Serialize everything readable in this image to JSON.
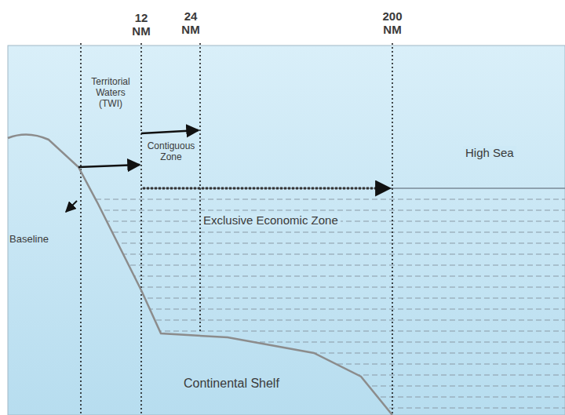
{
  "diagram": {
    "labels": [
      "12 NM",
      "24 NM",
      "200 NM",
      "Territorial Waters (TWI)",
      "Contiguous Zone",
      "High Sea",
      "Exclusive Economic Zone",
      "Baseline",
      "Continental Shelf"
    ]
  }
}
